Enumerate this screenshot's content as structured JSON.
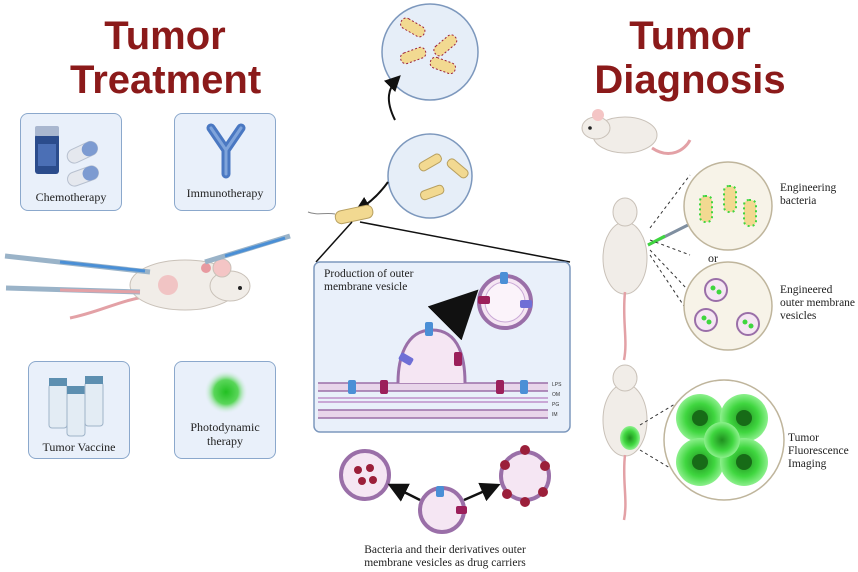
{
  "titles": {
    "treatment_line1": "Tumor",
    "treatment_line2": "Treatment",
    "diagnosis_line1": "Tumor",
    "diagnosis_line2": "Diagnosis"
  },
  "treatment_panels": {
    "chemotherapy": "Chemotherapy",
    "immunotherapy": "Immunotherapy",
    "tumor_vaccine": "Tumor Vaccine",
    "photodynamic_line1": "Photodynamic",
    "photodynamic_line2": "therapy"
  },
  "omv_panel": {
    "title_line1": "Production of outer",
    "title_line2": "membrane vesicle",
    "layers": [
      "LPS",
      "OM",
      "PG",
      "IM"
    ]
  },
  "diagnosis_labels": {
    "engineering_line1": "Engineering",
    "engineering_line2": "bacteria",
    "or": "or",
    "engineered_line1": "Engineered",
    "engineered_line2": "outer membrane",
    "engineered_line3": "vesicles",
    "fluor_line1": "Tumor",
    "fluor_line2": "Fluorescence",
    "fluor_line3": "Imaging"
  },
  "bottom_caption": {
    "line1": "Bacteria and their derivatives outer",
    "line2": "membrane vesicles as drug carriers"
  },
  "colors": {
    "title": "#8b1a1a",
    "panel_bg": "#e9f0fa",
    "panel_border": "#8ba8cc",
    "bacteria": "#f2d991",
    "vesicle_membrane": "#c9a8d6",
    "drug": "#9b1f3a",
    "fluorescence": "#3fd63f"
  },
  "icons": [
    "pill-icon",
    "antibody-icon",
    "vaccine-vial-icon",
    "light-glow-icon",
    "mouse-icon",
    "syringe-icon",
    "bacteria-icon",
    "vesicle-icon",
    "arrow-icon"
  ]
}
